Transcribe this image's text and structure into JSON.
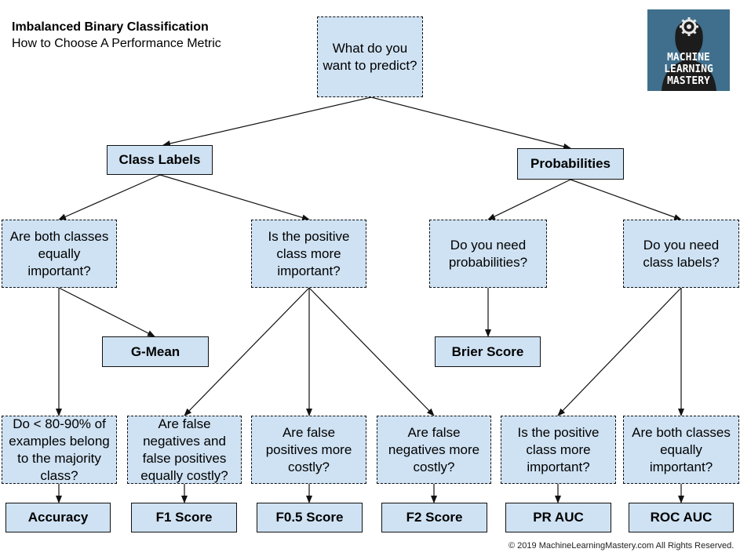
{
  "header": {
    "title": "Imbalanced Binary Classification",
    "subtitle": "How to Choose A Performance Metric"
  },
  "logo": {
    "text": "MACHINE\nLEARNING\nMASTERY",
    "icon": "gear-head-icon"
  },
  "nodes": {
    "root": "What do you want to predict?",
    "class_labels": "Class Labels",
    "probabilities": "Probabilities",
    "q_both_classes": "Are both classes equally important?",
    "q_positive_class": "Is the positive class more important?",
    "q_need_probabilities": "Do you need probabilities?",
    "q_need_class_labels": "Do you need class labels?",
    "g_mean": "G-Mean",
    "brier_score": "Brier Score",
    "q_majority": "Do < 80-90% of examples belong to the majority class?",
    "q_fn_fp_equal": "Are false negatives and false positives equally costly?",
    "q_fp_costly": "Are false positives more costly?",
    "q_fn_costly": "Are false negatives more costly?",
    "q_positive_class_2": "Is the positive class more important?",
    "q_both_classes_2": "Are both classes equally important?",
    "accuracy": "Accuracy",
    "f1_score": "F1 Score",
    "f05_score": "F0.5 Score",
    "f2_score": "F2 Score",
    "pr_auc": "PR AUC",
    "roc_auc": "ROC AUC"
  },
  "edges": [
    [
      "root",
      "class_labels"
    ],
    [
      "root",
      "probabilities"
    ],
    [
      "class_labels",
      "q_both_classes"
    ],
    [
      "class_labels",
      "q_positive_class"
    ],
    [
      "probabilities",
      "q_need_probabilities"
    ],
    [
      "probabilities",
      "q_need_class_labels"
    ],
    [
      "q_both_classes",
      "g_mean"
    ],
    [
      "q_both_classes",
      "q_majority"
    ],
    [
      "q_positive_class",
      "q_fn_fp_equal"
    ],
    [
      "q_positive_class",
      "q_fp_costly"
    ],
    [
      "q_positive_class",
      "q_fn_costly"
    ],
    [
      "q_need_probabilities",
      "brier_score"
    ],
    [
      "q_need_class_labels",
      "q_positive_class_2"
    ],
    [
      "q_need_class_labels",
      "q_both_classes_2"
    ],
    [
      "q_majority",
      "accuracy"
    ],
    [
      "q_fn_fp_equal",
      "f1_score"
    ],
    [
      "q_fp_costly",
      "f05_score"
    ],
    [
      "q_fn_costly",
      "f2_score"
    ],
    [
      "q_positive_class_2",
      "pr_auc"
    ],
    [
      "q_both_classes_2",
      "roc_auc"
    ]
  ],
  "footer": {
    "copyright": "© 2019 MachineLearningMastery.com All Rights Reserved."
  }
}
